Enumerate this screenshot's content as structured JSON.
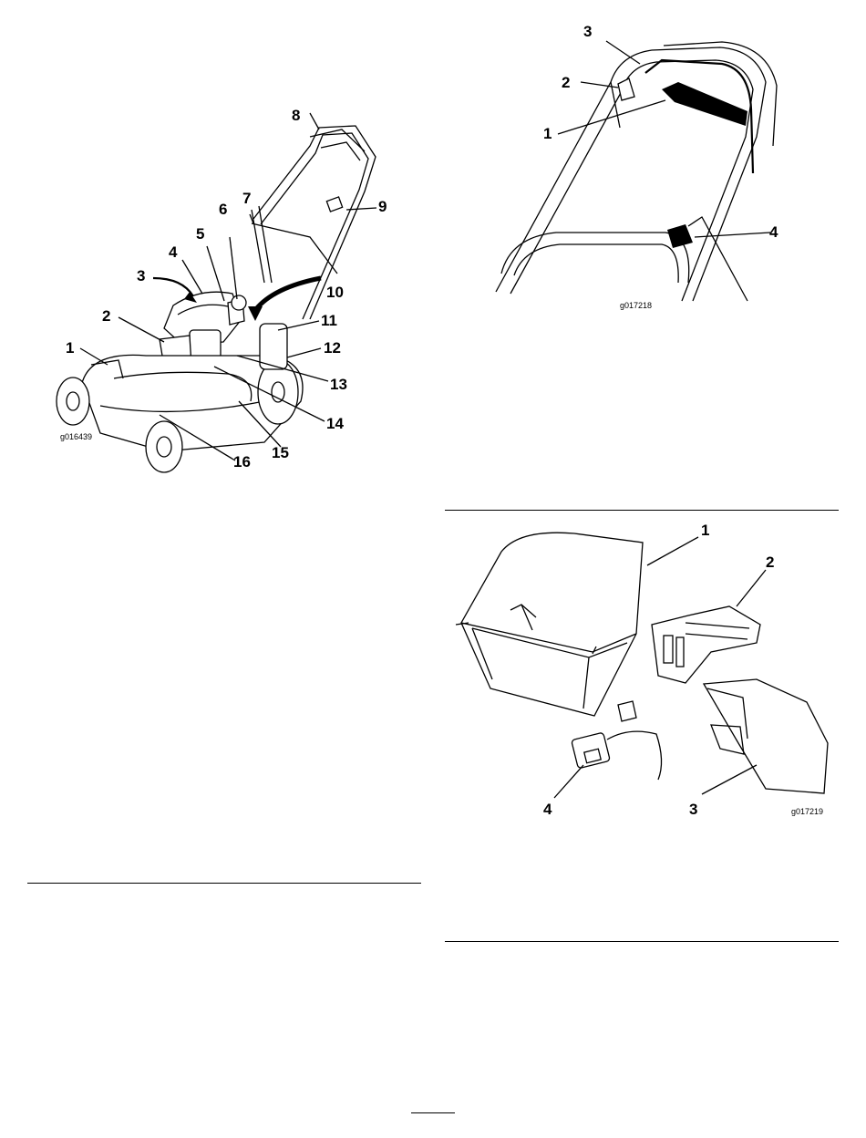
{
  "figure1": {
    "code": "g016439",
    "callouts": [
      "1",
      "2",
      "3",
      "4",
      "5",
      "6",
      "7",
      "8",
      "9",
      "10",
      "11",
      "12",
      "13",
      "14",
      "15",
      "16"
    ]
  },
  "figure2": {
    "code": "g017218",
    "callouts": [
      "1",
      "2",
      "3",
      "4"
    ]
  },
  "figure3": {
    "code": "g017219",
    "callouts": [
      "1",
      "2",
      "3",
      "4"
    ]
  }
}
